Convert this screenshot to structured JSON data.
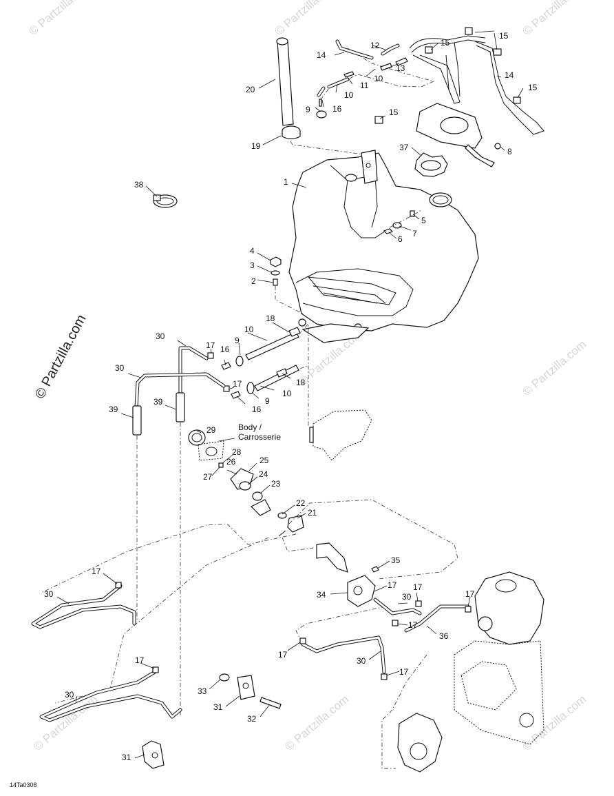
{
  "labels": {
    "p1": "1",
    "p2": "2",
    "p3": "3",
    "p4": "4",
    "p5": "5",
    "p6": "6",
    "p7": "7",
    "p8": "8",
    "p9a": "9",
    "p9b": "9",
    "p9c": "9",
    "p10a": "10",
    "p10b": "10",
    "p10c": "10",
    "p10d": "10",
    "p11": "11",
    "p12": "12",
    "p13": "13",
    "p14a": "14",
    "p14b": "14",
    "p15a": "15",
    "p15b": "15",
    "p15c": "15",
    "p15d": "15",
    "p16a": "16",
    "p16b": "16",
    "p16c": "16",
    "p17a": "17",
    "p17b": "17",
    "p17c": "17",
    "p17d": "17",
    "p17e": "17",
    "p17f": "17",
    "p17g": "17",
    "p17h": "17",
    "p17i": "17",
    "p17j": "17",
    "p18a": "18",
    "p18b": "18",
    "p19": "19",
    "p20": "20",
    "p21": "21",
    "p22": "22",
    "p23": "23",
    "p24": "24",
    "p25": "25",
    "p26": "26",
    "p27": "27",
    "p28": "28",
    "p29": "29",
    "p30a": "30",
    "p30b": "30",
    "p30c": "30",
    "p30d": "30",
    "p30e": "30",
    "p30f": "30",
    "p31a": "31",
    "p31b": "31",
    "p32": "32",
    "p33": "33",
    "p34": "34",
    "p35": "35",
    "p36": "36",
    "p37": "37",
    "p38": "38",
    "p39a": "39",
    "p39b": "39"
  },
  "body_label": {
    "line1": "Body /",
    "line2": "Carrosserie"
  },
  "figure_code": "14Ta0308",
  "watermark": {
    "side": "© Partzilla.com",
    "tile": "© Partzilla.com"
  },
  "colors": {
    "line": "#111111",
    "watermark": "#d6d6d6",
    "background": "#ffffff"
  }
}
